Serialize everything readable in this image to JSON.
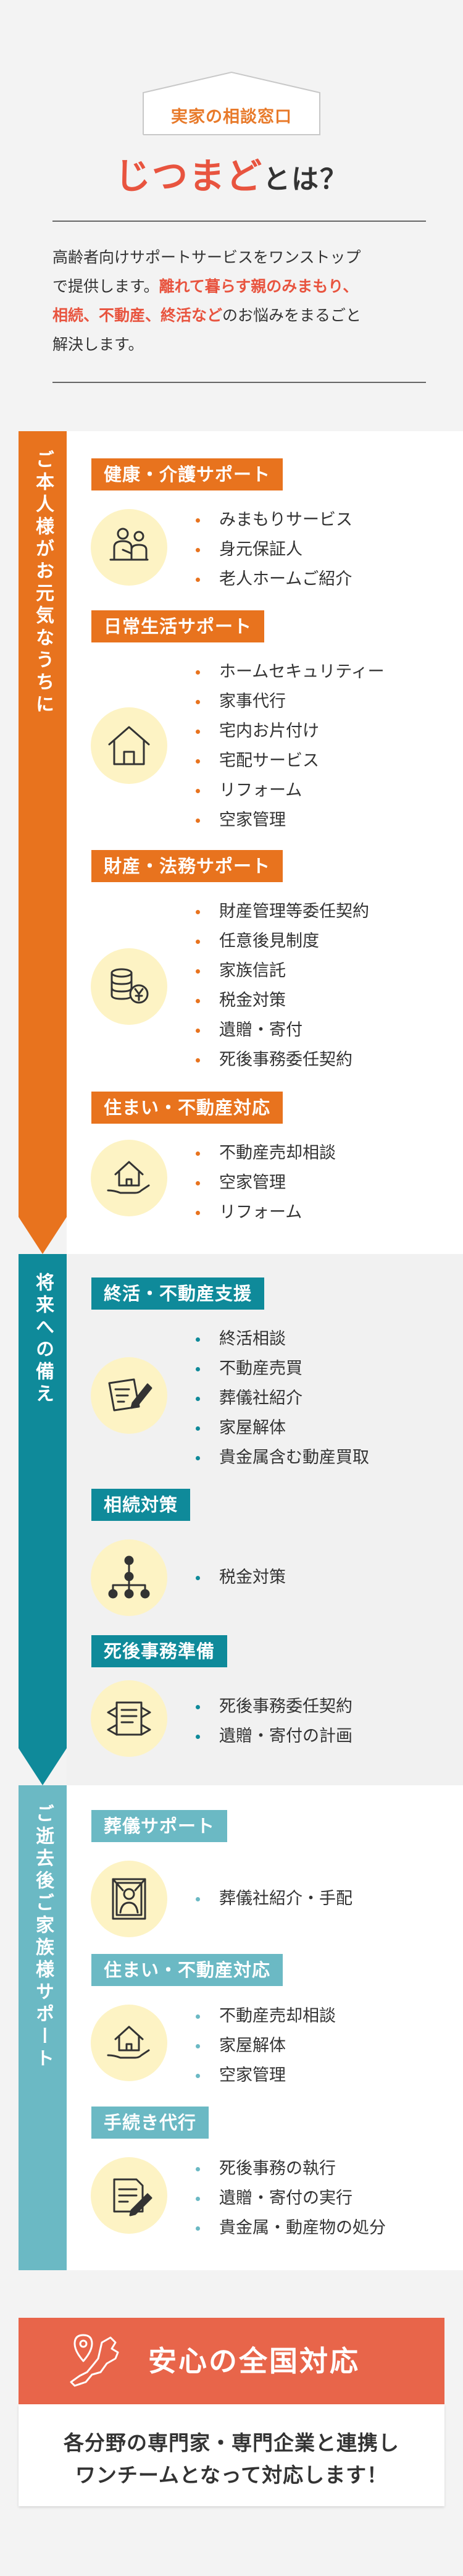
{
  "header": {
    "badge": "実家の相談窓口",
    "title_highlight": "じつまど",
    "title_rest": "とは？",
    "intro": {
      "line1": "高齢者向けサポートサービスをワンストップ",
      "line2_a": "で提供します。",
      "line2_b": "離れて暮らす親のみまもり、",
      "line3_a": "相続、不動産、終活など",
      "line3_b": "のお悩みをまるごと",
      "line4": "解決します。"
    }
  },
  "colors": {
    "orange": "#e8731e",
    "teal": "#0f8a9a",
    "light_teal": "#6bb9c4",
    "red": "#e8543f",
    "icon_bg": "#fdf3c4",
    "footer": "#e8654a"
  },
  "stages": [
    {
      "label": "ご本人様がお元気なうちに",
      "categories": [
        {
          "title": "健康・介護サポート",
          "icon": "caregiver-icon",
          "items": [
            "みまもりサービス",
            "身元保証人",
            "老人ホームご紹介"
          ]
        },
        {
          "title": "日常生活サポート",
          "icon": "house-icon",
          "items": [
            "ホームセキュリティー",
            "家事代行",
            "宅内お片付け",
            "宅配サービス",
            "リフォーム",
            "空家管理"
          ]
        },
        {
          "title": "財産・法務サポート",
          "icon": "coins-icon",
          "items": [
            "財産管理等委任契約",
            "任意後見制度",
            "家族信託",
            "税金対策",
            "遺贈・寄付",
            "死後事務委任契約"
          ]
        },
        {
          "title": "住まい・不動産対応",
          "icon": "house-hand-icon",
          "items": [
            "不動産売却相談",
            "空家管理",
            "リフォーム"
          ]
        }
      ]
    },
    {
      "label": "将来への備え",
      "categories": [
        {
          "title": "終活・不動産支援",
          "icon": "document-pen-icon",
          "items": [
            "終活相談",
            "不動産売買",
            "葬儀社紹介",
            "家屋解体",
            "貴金属含む動産買取"
          ]
        },
        {
          "title": "相続対策",
          "icon": "family-tree-icon",
          "items": [
            "税金対策"
          ]
        },
        {
          "title": "死後事務準備",
          "icon": "scroll-icon",
          "items": [
            "死後事務委任契約",
            "遺贈・寄付の計画"
          ]
        }
      ]
    },
    {
      "label": "ご逝去後ご家族様サポート",
      "categories": [
        {
          "title": "葬儀サポート",
          "icon": "memorial-portrait-icon",
          "items": [
            "葬儀社紹介・手配"
          ]
        },
        {
          "title": "住まい・不動産対応",
          "icon": "house-hand-icon",
          "items": [
            "不動産売却相談",
            "家屋解体",
            "空家管理"
          ]
        },
        {
          "title": "手続き代行",
          "icon": "form-pen-icon",
          "items": [
            "死後事務の執行",
            "遺贈・寄付の実行",
            "貴金属・動産物の処分"
          ]
        }
      ]
    }
  ],
  "footer": {
    "title": "安心の全国対応",
    "icon": "japan-map-pin-icon",
    "line1": "各分野の専門家・専門企業と連携し",
    "line2": "ワンチームとなって対応します！"
  }
}
